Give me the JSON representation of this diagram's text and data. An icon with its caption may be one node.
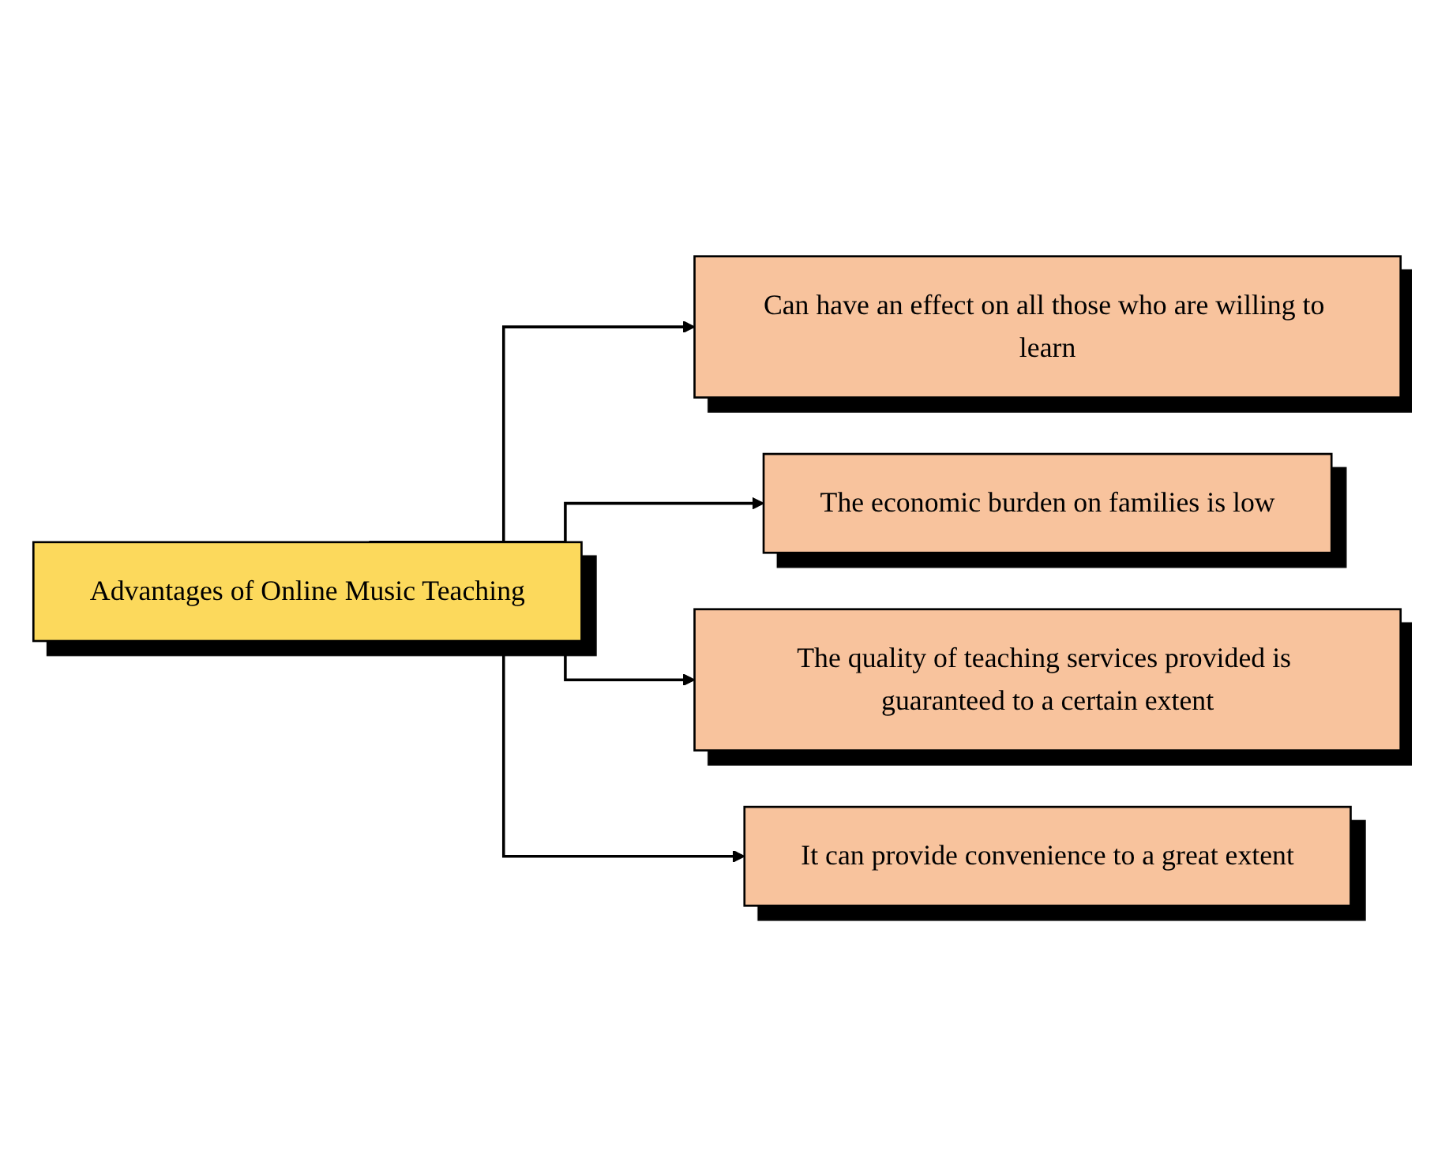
{
  "diagram": {
    "nodes": [
      {
        "text": [
          "Advantages of Online Music Teaching"
        ]
      },
      {
        "text": [
          "Can have an effect on all those who are willing to learn"
        ]
      },
      {
        "text": [
          "The economic burden on families is low"
        ]
      },
      {
        "text": [
          "The quality of teaching services provided is guaranteed to a certain extent"
        ]
      },
      {
        "text": [
          "It can provide convenience to a great extent"
        ]
      }
    ],
    "edges": [
      {
        "from": 0,
        "to": 1,
        "arrow": "to"
      },
      {
        "from": 0,
        "to": 2,
        "arrow": "to"
      },
      {
        "from": 0,
        "to": 3,
        "arrow": "to"
      },
      {
        "from": 0,
        "to": 4,
        "arrow": "to"
      }
    ]
  }
}
